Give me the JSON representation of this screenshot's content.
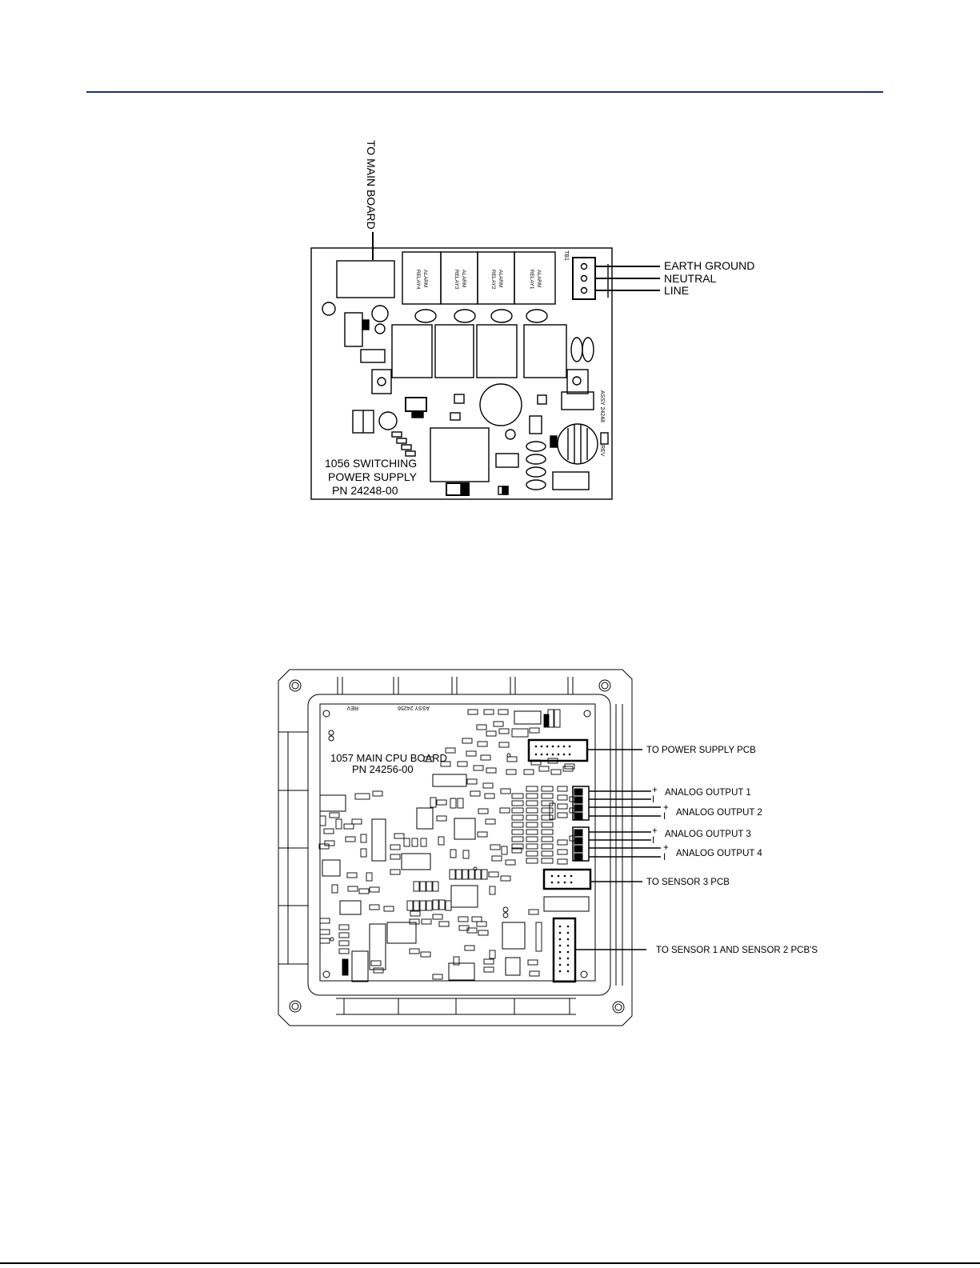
{
  "power_supply": {
    "to_main_board": "TO MAIN BOARD",
    "relays": [
      "ALARM RELAY4",
      "ALARM RELAY3",
      "ALARM RELAY2",
      "ALARM RELAY1"
    ],
    "relay_word": "ALARM",
    "relay_nums": [
      "RELAY4",
      "RELAY3",
      "RELAY2",
      "RELAY1"
    ],
    "tb_label": "TB1",
    "assy_label": "ASSY 24248",
    "rev_label": "REV",
    "terminals": [
      "EARTH GROUND",
      "NEUTRAL",
      "LINE"
    ],
    "board_name": [
      "1056 SWITCHING",
      "POWER SUPPLY",
      "PN 24248-00"
    ]
  },
  "cpu_board": {
    "board_name": [
      "1057 MAIN CPU BOARD",
      "PN 24256-00"
    ],
    "assy_label": "ASSY 24256",
    "rev_label": "REV",
    "connections": {
      "power_supply": "TO POWER SUPPLY PCB",
      "analog_outputs": [
        "ANALOG OUTPUT 1",
        "ANALOG OUTPUT 2",
        "ANALOG OUTPUT 3",
        "ANALOG OUTPUT 4"
      ],
      "sensor3": "TO SENSOR 3 PCB",
      "sensor12": "TO SENSOR 1 AND SENSOR 2 PCB'S"
    },
    "polarity_plus": "+",
    "polarity_minus": "I"
  }
}
